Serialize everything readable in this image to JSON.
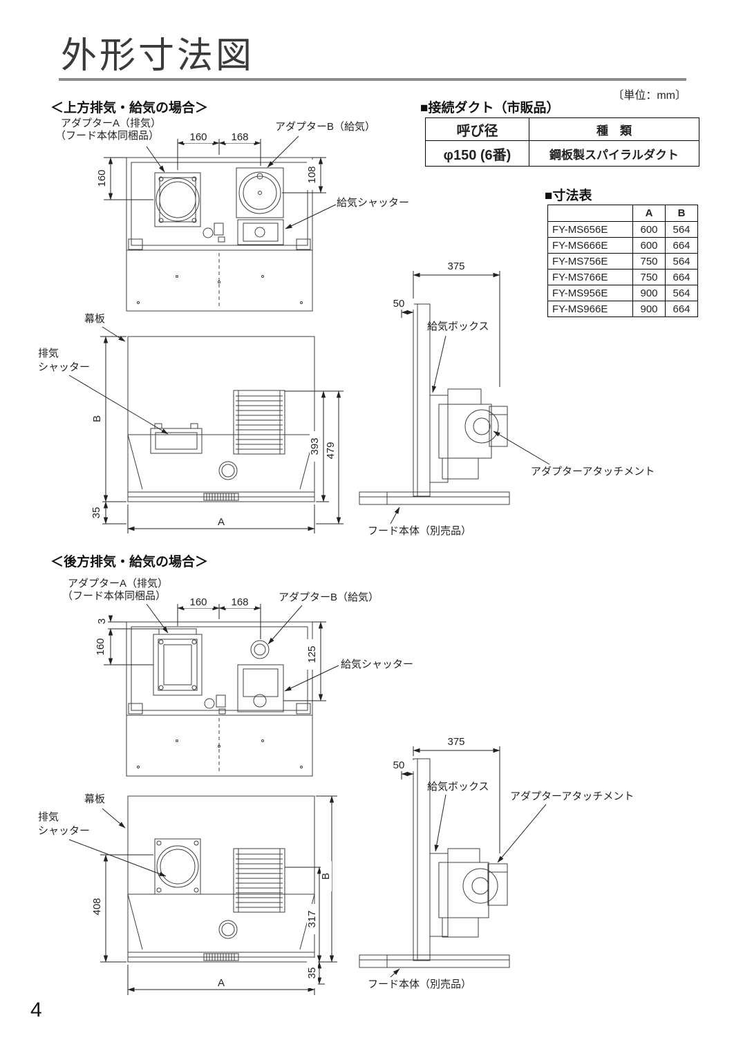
{
  "page": {
    "title": "外形寸法図",
    "unit_note": "〔単位：mm〕",
    "page_number": "4"
  },
  "duct_table": {
    "title": "■接続ダクト（市販品）",
    "col1_header": "呼び径",
    "col2_header": "種　類",
    "col1_value": "φ150 (6番)",
    "col2_value": "鋼板製スパイラルダクト"
  },
  "dim_table": {
    "title": "■寸法表",
    "header_a": "A",
    "header_b": "B",
    "rows": [
      {
        "model": "FY-MS656E",
        "a": "600",
        "b": "564"
      },
      {
        "model": "FY-MS666E",
        "a": "600",
        "b": "664"
      },
      {
        "model": "FY-MS756E",
        "a": "750",
        "b": "564"
      },
      {
        "model": "FY-MS766E",
        "a": "750",
        "b": "664"
      },
      {
        "model": "FY-MS956E",
        "a": "900",
        "b": "564"
      },
      {
        "model": "FY-MS966E",
        "a": "900",
        "b": "664"
      }
    ]
  },
  "sec1": {
    "heading": "＜上方排気・給気の場合＞",
    "labels": {
      "adapter_a_1": "アダプターA（排気）",
      "adapter_a_2": "（フード本体同梱品）",
      "adapter_b": "アダプターB（給気）",
      "supply_shutter": "給気シャッター",
      "front_panel": "幕板",
      "exhaust_1": "排気",
      "exhaust_2": "シャッター",
      "supply_box": "給気ボックス",
      "adapter_attachment": "アダプターアタッチメント",
      "hood_body": "フード本体（別売品）"
    },
    "dims": {
      "top_w1": "160",
      "top_w2": "168",
      "left_h": "160",
      "right_h": "108",
      "b": "B",
      "h35": "35",
      "a": "A",
      "d393": "393",
      "d479": "479",
      "side_w": "375",
      "side_offset": "50"
    }
  },
  "sec2": {
    "heading": "＜後方排気・給気の場合＞",
    "labels": {
      "adapter_a_1": "アダプターA（排気）",
      "adapter_a_2": "（フード本体同梱品）",
      "adapter_b": "アダプターB（給気）",
      "supply_shutter": "給気シャッター",
      "front_panel": "幕板",
      "exhaust_1": "排気",
      "exhaust_2": "シャッター",
      "supply_box": "給気ボックス",
      "adapter_attachment": "アダプターアタッチメント",
      "hood_body": "フード本体（別売品）"
    },
    "dims": {
      "top_w1": "160",
      "top_w2": "168",
      "left_3": "3",
      "left_h": "160",
      "right_h": "125",
      "d408": "408",
      "d317": "317",
      "b": "B",
      "h35": "35",
      "a": "A",
      "side_w": "375",
      "side_offset": "50"
    }
  }
}
